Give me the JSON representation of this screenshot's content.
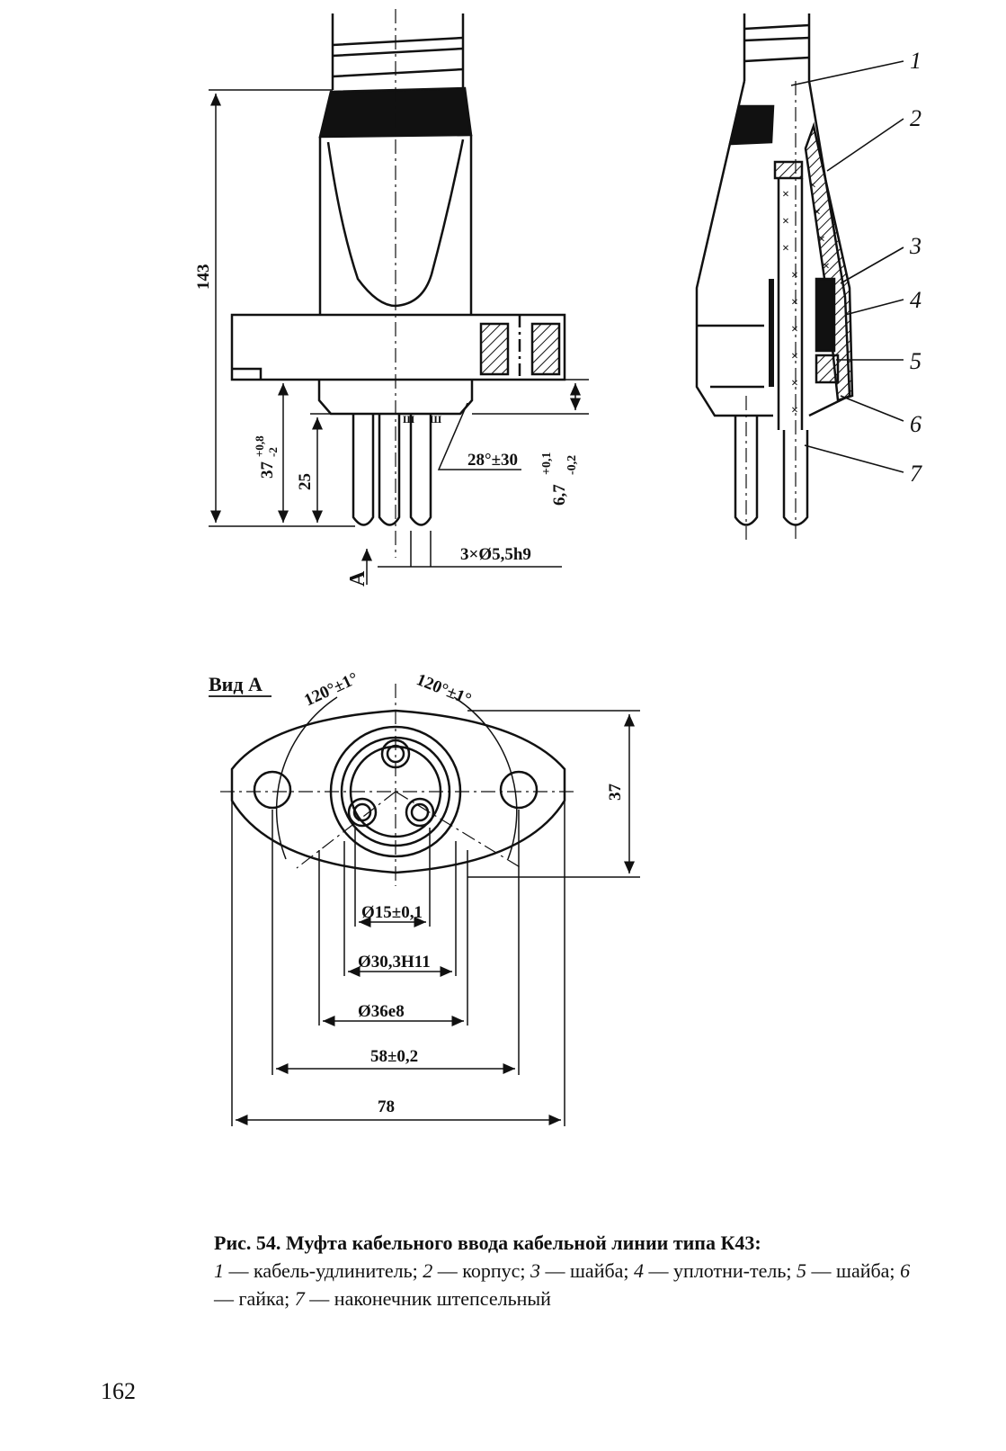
{
  "dimensions": {
    "d143": "143",
    "d37": "37",
    "d37_tol_top": "+0,8",
    "d37_tol_bot": "-2",
    "d25": "25",
    "angle": "28°±30",
    "d67": "6,7",
    "d67_tol_top": "+0,1",
    "d67_tol_bot": "-0,2",
    "pins": "3×Ø5,5h9",
    "view_arrow": "А",
    "view_title": "Вид А",
    "angle_left": "120°±1°",
    "angle_right": "120°±1°",
    "v37": "37",
    "d15": "Ø15±0,1",
    "d303": "Ø30,3Н11",
    "d36": "Ø36e8",
    "d58": "58±0,2",
    "d78": "78"
  },
  "callouts": [
    "1",
    "2",
    "3",
    "4",
    "5",
    "6",
    "7"
  ],
  "caption": {
    "title": "Рис. 54. Муфта кабельного ввода кабельной линии типа К43:",
    "items": [
      {
        "num": "1",
        "text": " — кабель-удлинитель; "
      },
      {
        "num": "2",
        "text": " — корпус; "
      },
      {
        "num": "3",
        "text": " — шайба; "
      },
      {
        "num": "4",
        "text": " — уплотни-тель; "
      },
      {
        "num": "5",
        "text": " — шайба; "
      },
      {
        "num": "6",
        "text": " — гайка; "
      },
      {
        "num": "7",
        "text": " — наконечник штепсельный"
      }
    ]
  },
  "page_number": "162"
}
